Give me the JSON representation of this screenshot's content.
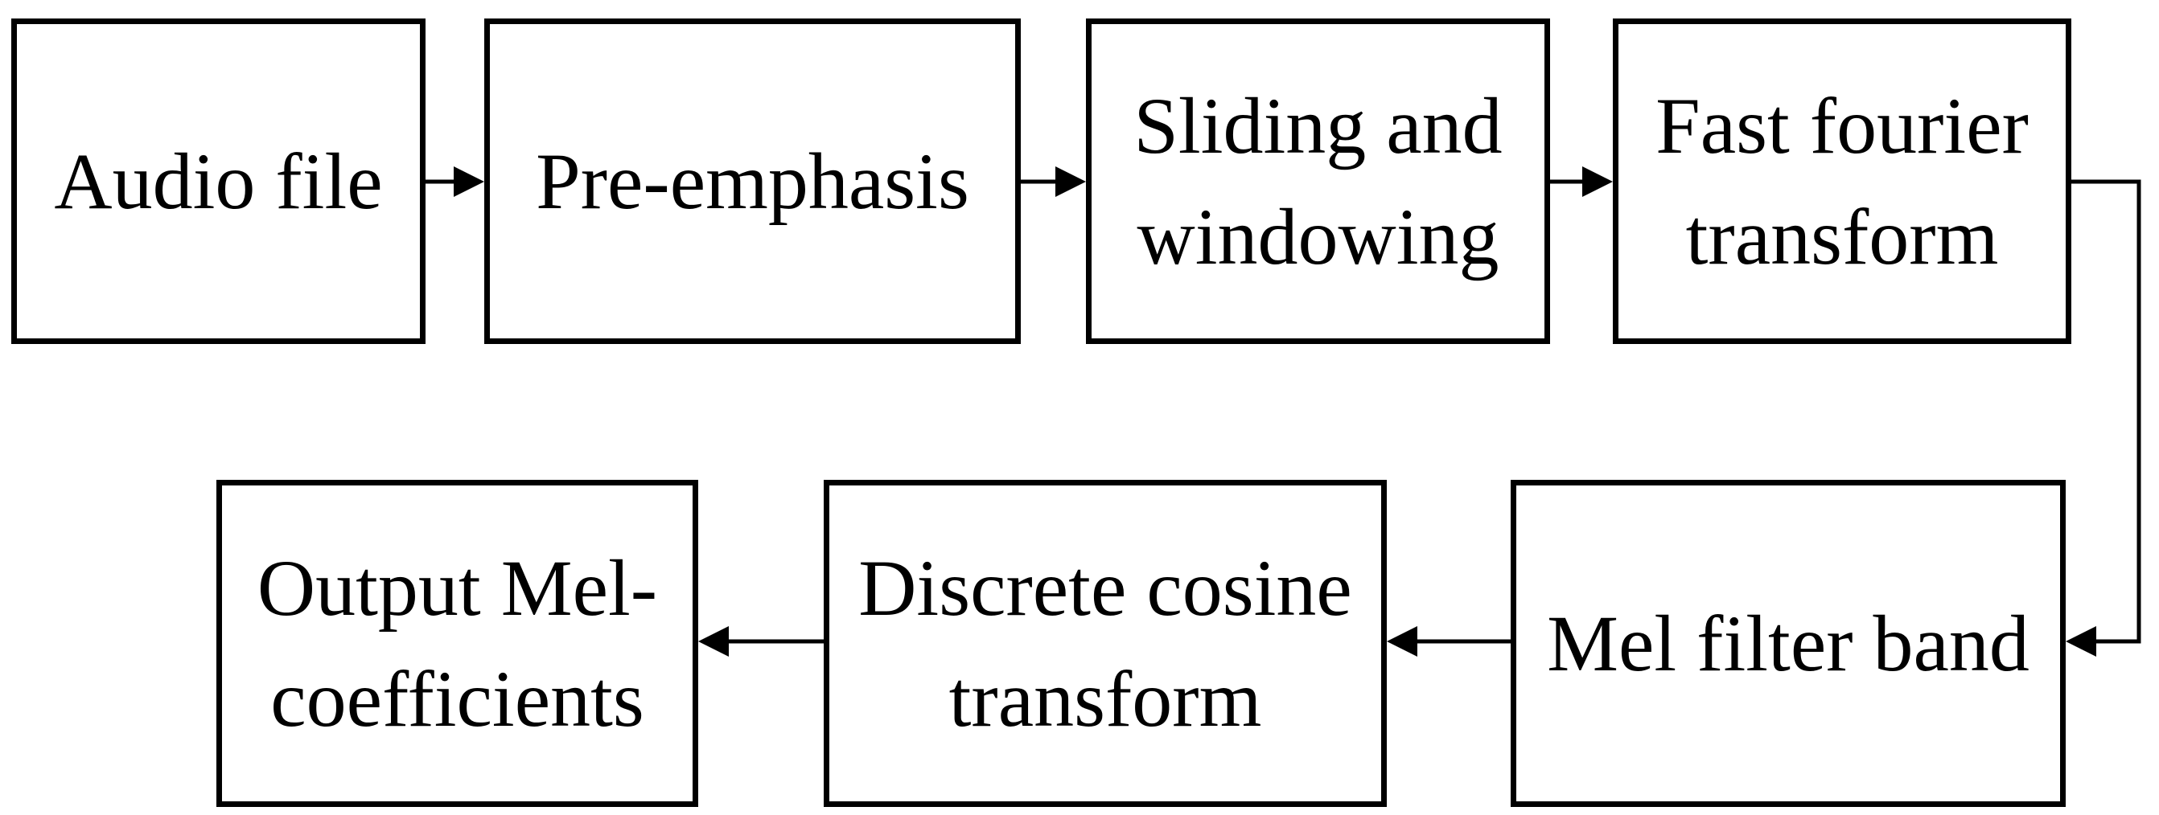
{
  "diagram": {
    "background_color": "#ffffff",
    "line_color": "#000000",
    "text_color": "#000000",
    "nodes": [
      {
        "id": "audio-file",
        "lines": [
          "Audio file",
          ""
        ]
      },
      {
        "id": "pre-emphasis",
        "lines": [
          "Pre-emphasis",
          ""
        ]
      },
      {
        "id": "sliding-and-windowing",
        "lines": [
          "Sliding and",
          "windowing"
        ]
      },
      {
        "id": "fast-fourier-transform",
        "lines": [
          "Fast fourier",
          "transform"
        ]
      },
      {
        "id": "output-mel-coefficients",
        "lines": [
          "Output Mel-",
          "coefficients"
        ]
      },
      {
        "id": "discrete-cosine-transform",
        "lines": [
          "Discrete cosine",
          "transform"
        ]
      },
      {
        "id": "mel-filter-band",
        "lines": [
          "Mel filter band",
          ""
        ]
      }
    ],
    "edges": [
      {
        "from": "audio-file",
        "to": "pre-emphasis"
      },
      {
        "from": "pre-emphasis",
        "to": "sliding-and-windowing"
      },
      {
        "from": "sliding-and-windowing",
        "to": "fast-fourier-transform"
      },
      {
        "from": "fast-fourier-transform",
        "to": "mel-filter-band"
      },
      {
        "from": "mel-filter-band",
        "to": "discrete-cosine-transform"
      },
      {
        "from": "discrete-cosine-transform",
        "to": "output-mel-coefficients"
      }
    ]
  }
}
